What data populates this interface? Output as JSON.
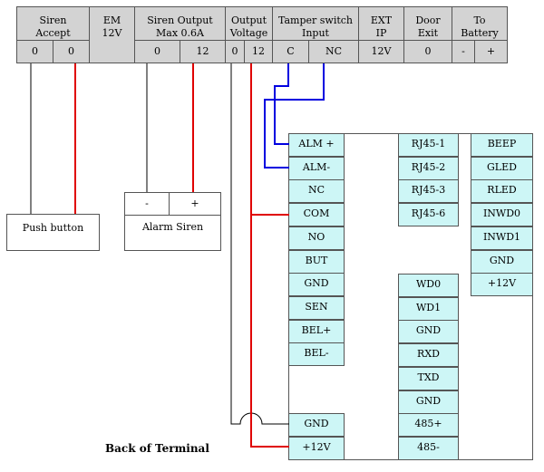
{
  "header": {
    "groups": [
      {
        "label": "Siren\nAccept",
        "pins": [
          "0",
          "0"
        ]
      },
      {
        "label": "EM\n12V",
        "pins": []
      },
      {
        "label": "Siren Output\nMax 0.6A",
        "pins": [
          "0",
          "12"
        ]
      },
      {
        "label": "Output\nVoltage",
        "pins": [
          "0",
          "12"
        ]
      },
      {
        "label": "Tamper switch\nInput",
        "pins": [
          "C",
          "NC"
        ]
      },
      {
        "label": "EXT\nIP",
        "pins": [
          "12V"
        ]
      },
      {
        "label": "Door\nExit",
        "pins": [
          "0"
        ]
      },
      {
        "label": "To\nBattery",
        "pins": [
          "-",
          "+"
        ]
      }
    ]
  },
  "push_button": {
    "label": "Push button"
  },
  "alarm_siren": {
    "label": "Alarm Siren",
    "minus": "-",
    "plus": "+"
  },
  "terminal": {
    "col1": [
      "ALM +",
      "ALM-",
      "NC",
      "COM",
      "NO",
      "BUT",
      "GND",
      "SEN",
      "BEL+",
      "BEL-"
    ],
    "col1_bottom": [
      "GND",
      "+12V"
    ],
    "col2": [
      "RJ45-1",
      "RJ45-2",
      "RJ45-3",
      "RJ45-6"
    ],
    "col2_bottom": [
      "WD0",
      "WD1",
      "GND",
      "RXD",
      "TXD",
      "GND",
      "485+",
      "485-"
    ],
    "col3": [
      "BEEP",
      "GLED",
      "RLED",
      "INWD0",
      "INWD1",
      "GND",
      "+12V"
    ]
  },
  "caption": "Back of Terminal",
  "colors": {
    "red": "#e00000",
    "blue": "#0000e0",
    "black": "#000000",
    "cell": "#cdf6f6",
    "header": "#d3d3d3"
  }
}
